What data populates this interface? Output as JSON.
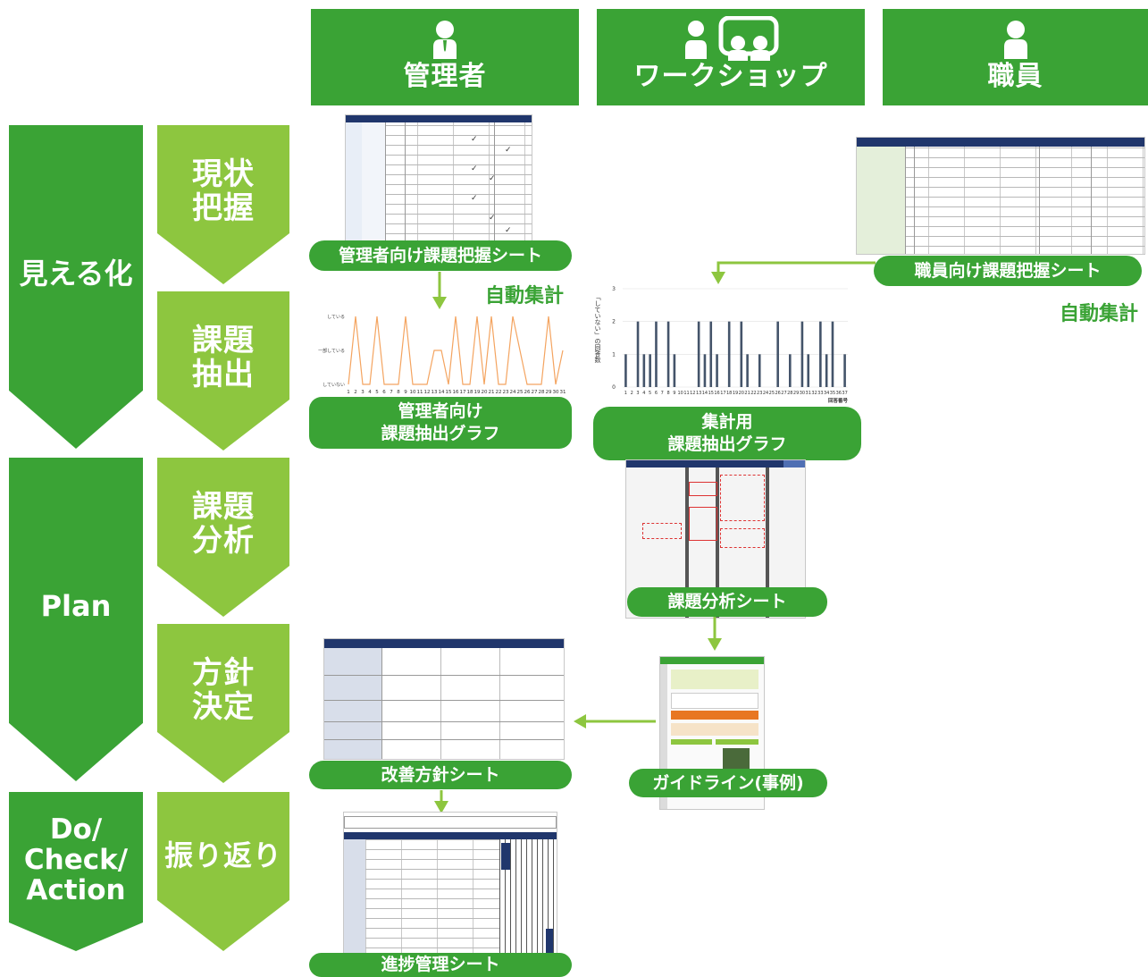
{
  "columns": {
    "manager": {
      "label": "管理者",
      "icon": "person-icon"
    },
    "workshop": {
      "label": "ワークショップ",
      "icon": "group-discussion-icon"
    },
    "staff": {
      "label": "職員",
      "icon": "person-icon"
    }
  },
  "phases": {
    "visualize": "見える化",
    "plan": "Plan",
    "dca": "Do/\nCheck/\nAction"
  },
  "steps": {
    "current": "現状\n把握",
    "extract": "課題\n抽出",
    "analyze": "課題\n分析",
    "policy": "方針\n決定",
    "review": "振り返り"
  },
  "sheets": {
    "manager_sheet": "管理者向け課題把握シート",
    "staff_sheet": "職員向け課題把握シート",
    "manager_graph": "管理者向け\n課題抽出グラフ",
    "total_graph": "集計用\n課題抽出グラフ",
    "analysis_sheet": "課題分析シート",
    "guideline": "ガイドライン(事例)",
    "policy_sheet": "改善方針シート",
    "progress_sheet": "進捗管理シート"
  },
  "auto_label": "自動集計",
  "colors": {
    "green": "#3aa335",
    "light_green": "#8dc63f",
    "navy": "#20366c",
    "line_orange": "#f4a460",
    "bar_blue": "#44546a"
  },
  "manager_graph_thumb": {
    "y_ticks": [
      "している",
      "一部している",
      "していない"
    ],
    "x_ticks": [
      "1",
      "2",
      "3",
      "4",
      "5",
      "6",
      "7",
      "8",
      "9",
      "10",
      "11",
      "12",
      "13",
      "14",
      "15",
      "16",
      "17",
      "18",
      "19",
      "20",
      "21",
      "22",
      "23",
      "24",
      "25",
      "26",
      "27",
      "28",
      "29",
      "30",
      "31"
    ],
    "values": [
      1,
      3,
      1,
      1,
      3,
      1,
      1,
      1,
      3,
      1,
      1,
      1,
      2,
      2,
      1,
      3,
      1,
      1,
      3,
      1,
      3,
      1,
      1,
      3,
      2,
      1,
      1,
      1,
      3,
      1,
      2
    ]
  },
  "total_graph_thumb": {
    "ylabel": "「していない」の回答数",
    "xlabel": "回答番号",
    "y_ticks": [
      "0",
      "1",
      "2",
      "3"
    ],
    "x_ticks": [
      "1",
      "2",
      "3",
      "4",
      "5",
      "6",
      "7",
      "8",
      "9",
      "10",
      "11",
      "12",
      "13",
      "14",
      "15",
      "16",
      "17",
      "18",
      "19",
      "20",
      "21",
      "22",
      "23",
      "24",
      "25",
      "26",
      "27",
      "28",
      "29",
      "30",
      "31",
      "32",
      "33",
      "34",
      "35",
      "36",
      "37"
    ],
    "values": [
      1,
      0,
      2,
      1,
      1,
      2,
      0,
      2,
      1,
      0,
      0,
      0,
      2,
      1,
      2,
      1,
      0,
      2,
      0,
      2,
      1,
      0,
      1,
      0,
      0,
      2,
      0,
      1,
      0,
      2,
      1,
      0,
      2,
      1,
      2,
      0,
      1
    ]
  }
}
